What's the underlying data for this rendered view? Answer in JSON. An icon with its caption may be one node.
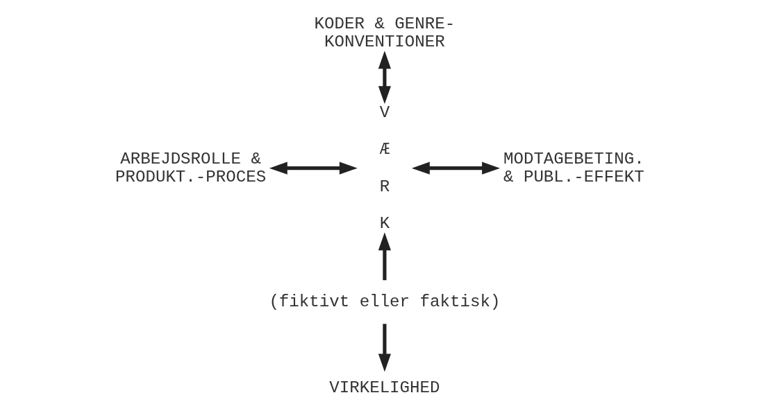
{
  "diagram": {
    "nodes": [
      {
        "text": [
          "KODER & GENRE- KONVENTIONER"
        ]
      },
      {
        "text": [
          "V Æ R K"
        ]
      },
      {
        "text": [
          "ARBEJDSROLLE & PRODUKT.-PROCES"
        ]
      },
      {
        "text": [
          "MODTAGEBETING. & PUBL.-EFFEKT"
        ]
      },
      {
        "text": [
          "(fiktivt eller faktisk)"
        ]
      },
      {
        "text": [
          "VIRKELIGHED"
        ]
      }
    ],
    "edges": [
      {
        "from": 0,
        "to": 1,
        "arrow": "both"
      },
      {
        "from": 2,
        "to": 1,
        "arrow": "both"
      },
      {
        "from": 1,
        "to": 3,
        "arrow": "both"
      },
      {
        "from": 4,
        "to": 1,
        "arrow": "to"
      },
      {
        "from": 4,
        "to": 5,
        "arrow": "to"
      }
    ]
  }
}
